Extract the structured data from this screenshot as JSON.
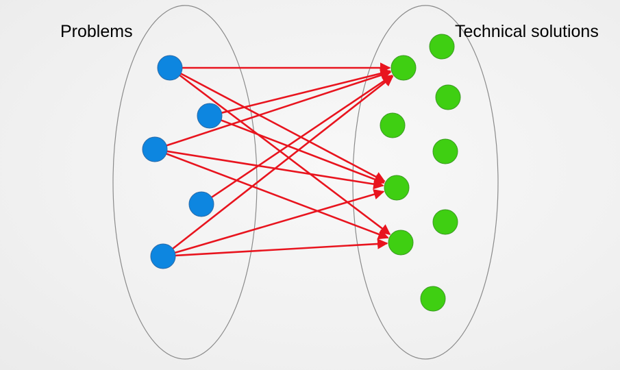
{
  "labels": {
    "problems": "Problems",
    "solutions": "Technical solutions"
  },
  "colors": {
    "problem_node": "#0d86e0",
    "solution_node": "#3fcf12",
    "edge": "#e8141e",
    "ellipse": "#8a8a8a"
  },
  "problems": [
    "p1",
    "p2",
    "p3",
    "p4",
    "p5"
  ],
  "solutions": [
    "s1",
    "s2",
    "s3",
    "s4",
    "s5",
    "s6",
    "s7",
    "s8",
    "s9",
    "s10"
  ],
  "edges": [
    [
      "p1",
      "s1"
    ],
    [
      "p1",
      "s4"
    ],
    [
      "p1",
      "s5"
    ],
    [
      "p2",
      "s1"
    ],
    [
      "p2",
      "s4"
    ],
    [
      "p3",
      "s1"
    ],
    [
      "p3",
      "s4"
    ],
    [
      "p3",
      "s5"
    ],
    [
      "p4",
      "s1"
    ],
    [
      "p5",
      "s1"
    ],
    [
      "p5",
      "s4"
    ],
    [
      "p5",
      "s5"
    ]
  ]
}
